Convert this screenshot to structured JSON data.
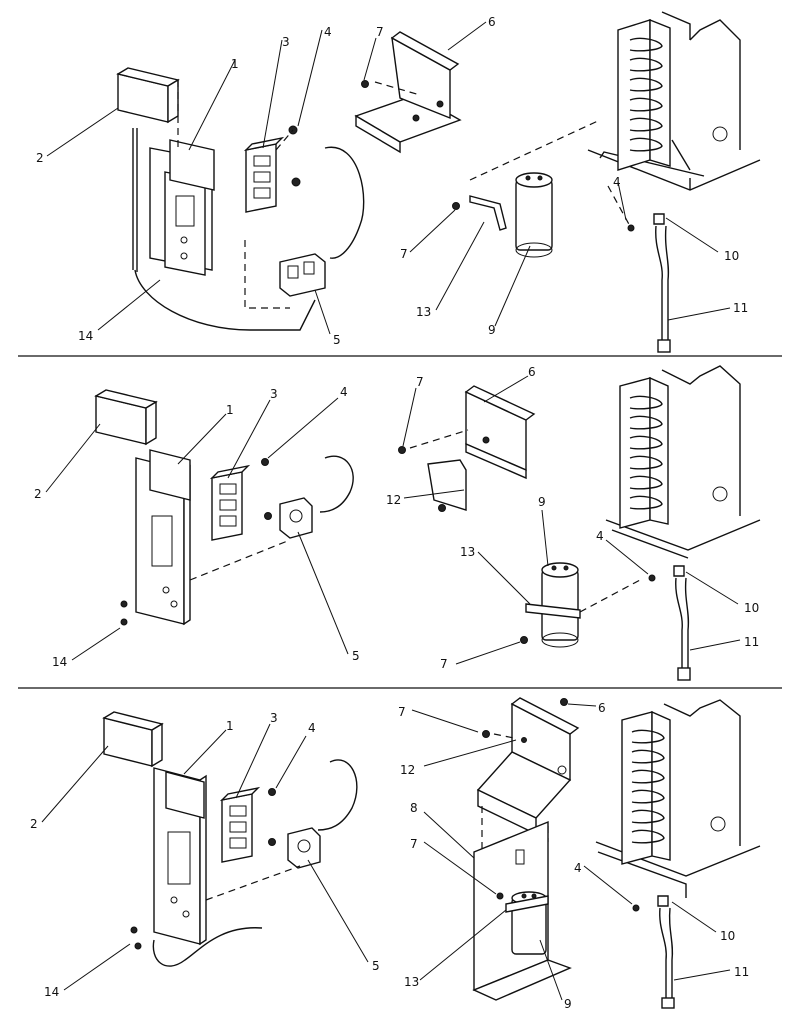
{
  "panels": [
    {
      "name": "panel-top",
      "callouts": {
        "n2": "2",
        "n1": "1",
        "n3": "3",
        "n4a": "4",
        "n14": "14",
        "n5": "5",
        "n7a": "7",
        "n6": "6",
        "n7b": "7",
        "n13": "13",
        "n9": "9",
        "n4b": "4",
        "n10": "10",
        "n11": "11"
      }
    },
    {
      "name": "panel-middle",
      "callouts": {
        "n2": "2",
        "n1": "1",
        "n3": "3",
        "n4a": "4",
        "n14": "14",
        "n5": "5",
        "n7a": "7",
        "n6": "6",
        "n12": "12",
        "n9": "9",
        "n13": "13",
        "n7b": "7",
        "n4b": "4",
        "n10": "10",
        "n11": "11"
      }
    },
    {
      "name": "panel-bottom",
      "callouts": {
        "n2": "2",
        "n1": "1",
        "n3": "3",
        "n4a": "4",
        "n14": "14",
        "n5": "5",
        "n7a": "7",
        "n6": "6",
        "n12": "12",
        "n8": "8",
        "n7b": "7",
        "n13": "13",
        "n9": "9",
        "n4b": "4",
        "n10": "10",
        "n11": "11"
      }
    }
  ]
}
